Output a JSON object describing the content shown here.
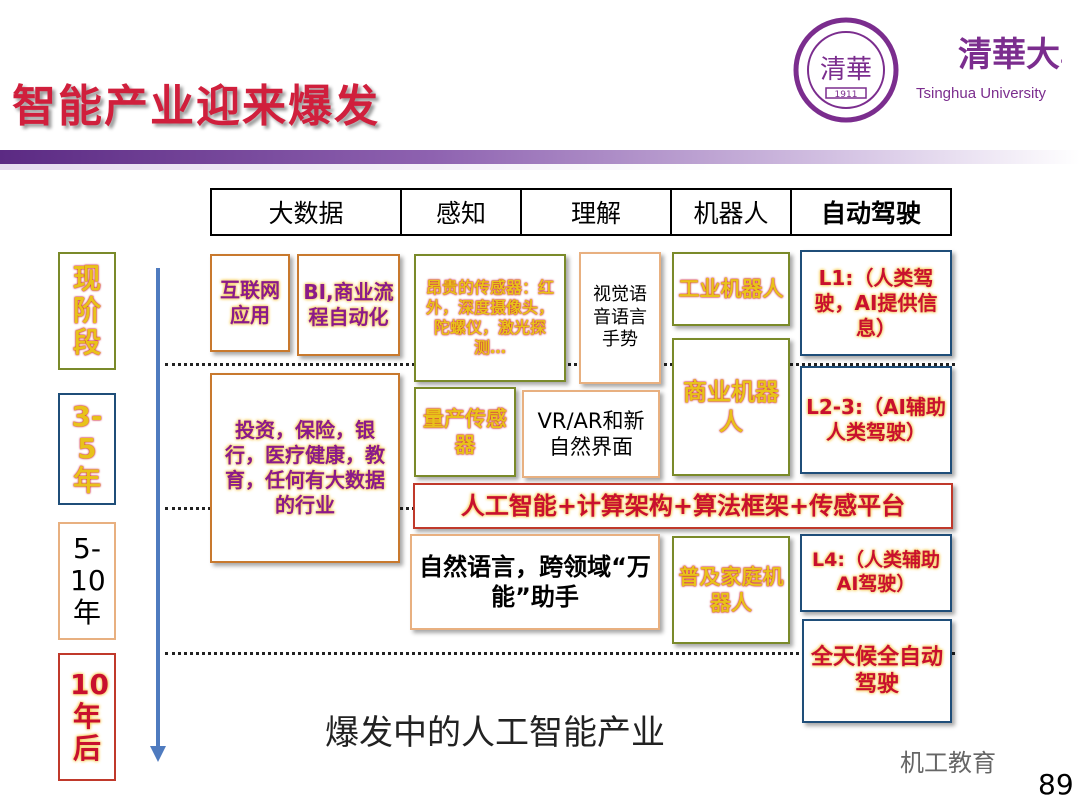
{
  "title": "智能产业迎来爆发",
  "logo": {
    "cn": "清華大學",
    "en": "Tsinghua University",
    "seal_year": "1911"
  },
  "headers": [
    "大数据",
    "感知",
    "理解",
    "机器人",
    "自动驾驶"
  ],
  "stages": [
    "现阶段",
    "3-5年",
    "5-10年",
    "10年后"
  ],
  "cells": {
    "internet": "互联网应用",
    "bi": "BI,商业流程自动化",
    "sensors": "昂贵的传感器：红外，深度摄像头，陀螺仪，激光探测…",
    "perception": "视觉语音语言手势",
    "industrial_robot": "工业机器人",
    "l1": "L1:（人类驾驶，AI提供信息）",
    "finance": "投资，保险，银行，医疗健康，教育，任何有大数据的行业",
    "mass_sensors": "量产传感器",
    "vrar": "VR/AR和新自然界面",
    "commercial_robot": "商业机器人",
    "l23": "L2-3:（AI辅助人类驾驶）",
    "platform": "人工智能+计算架构+算法框架+传感平台",
    "nlp": "自然语言，跨领域“万能”助手",
    "home_robot": "普及家庭机器人",
    "l4": "L4:（人类辅助AI驾驶）",
    "full_auto": "全天候全自动驾驶"
  },
  "caption": "爆发中的人工智能产业",
  "watermark": "机工教育",
  "page_number": "89"
}
